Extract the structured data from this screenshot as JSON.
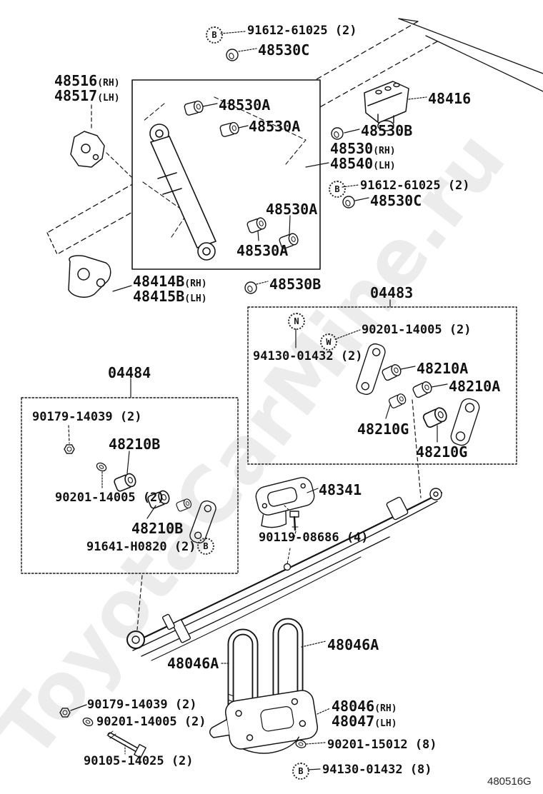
{
  "figure": {
    "code": "480516G",
    "watermark": "ToyotaCarMine.ru"
  },
  "letters": {
    "b": "B",
    "n": "N",
    "w": "W"
  },
  "labels": {
    "l91612_top": "91612-61025 (2)",
    "l48530c_top": "48530C",
    "l48516": "48516",
    "q48516": "(RH)",
    "l48517": "48517",
    "q48517": "(LH)",
    "l48530a_1": "48530A",
    "l48530a_2": "48530A",
    "l48416": "48416",
    "l48530b_1": "48530B",
    "l48530": "48530",
    "q48530": "(RH)",
    "l48540": "48540",
    "q48540": "(LH)",
    "l91612_mid": "91612-61025 (2)",
    "l48530c_mid": "48530C",
    "l48530a_3": "48530A",
    "l48530a_4": "48530A",
    "l48414b": "48414B",
    "q48414b": "(RH)",
    "l48415b": "48415B",
    "q48415b": "(LH)",
    "l48530b_2": "48530B",
    "l04483": "04483",
    "l94130_2": "94130-01432 (2)",
    "l90201_14005_a": "90201-14005 (2)",
    "l48210a_1": "48210A",
    "l48210a_2": "48210A",
    "l48210g_1": "48210G",
    "l48210g_2": "48210G",
    "l04484": "04484",
    "l90179_a": "90179-14039 (2)",
    "l48210b_1": "48210B",
    "l90201_14005_b": "90201-14005 (2)",
    "l48210b_2": "48210B",
    "l91641": "91641-H0820 (2)",
    "l48341": "48341",
    "l90119": "90119-08686 (4)",
    "l48046a_left": "48046A",
    "l48046a_right": "48046A",
    "l90179_b": "90179-14039 (2)",
    "l90201_14005_c": "90201-14005 (2)",
    "l90105": "90105-14025 (2)",
    "l48046": "48046",
    "q48046": "(RH)",
    "l48047": "48047",
    "q48047": "(LH)",
    "l90201_15012": "90201-15012 (8)",
    "l94130_8": "94130-01432 (8)"
  },
  "icons": {
    "grommet": "ring-grommet",
    "bushing": "cylinder-bushing",
    "nut": "hex-nut",
    "washer": "washer",
    "bolt": "hex-bolt",
    "circled_letter": "fastener-class-letter"
  }
}
